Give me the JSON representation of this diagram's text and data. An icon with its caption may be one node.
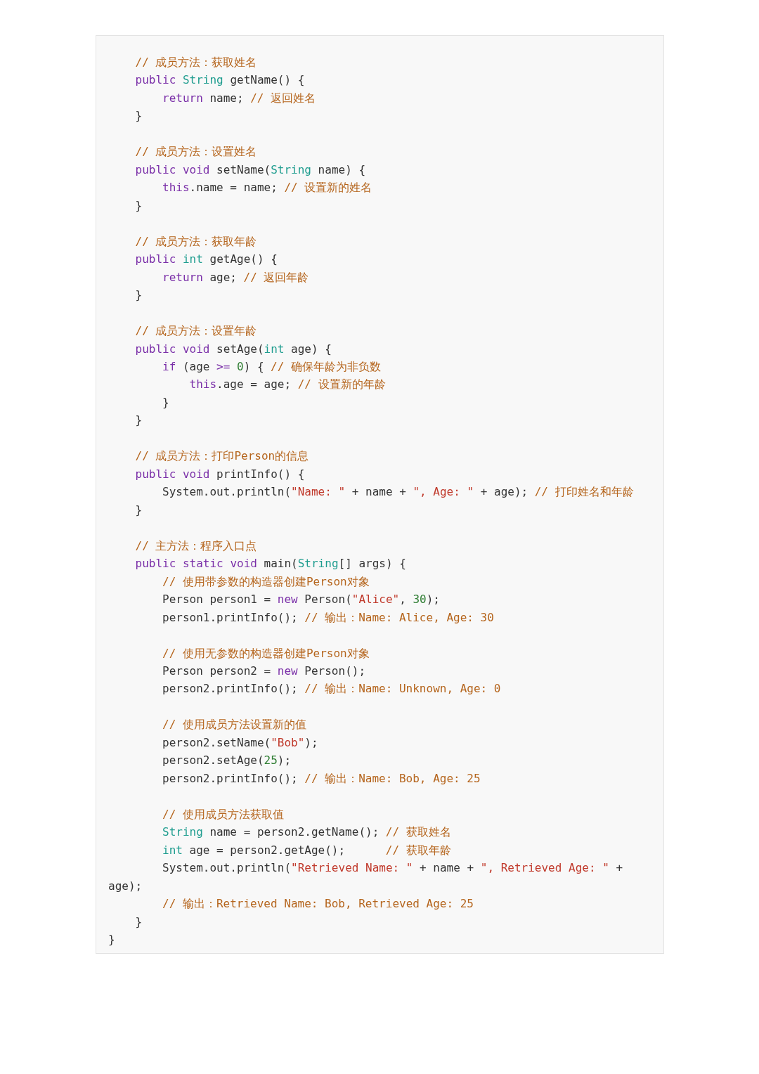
{
  "diagram": {
    "labels": [
      "// 成员方法：获取姓名",
      "public String getName() {",
      "return name;",
      "// 返回姓名",
      "}",
      "// 成员方法：设置姓名",
      "public void setName(String name) {",
      "this.name = name;",
      "// 设置新的姓名",
      "}",
      "// 成员方法：获取年龄",
      "public int getAge() {",
      "return age;",
      "// 返回年龄",
      "}",
      "// 成员方法：设置年龄",
      "public void setAge(int age) {",
      "if (age >= 0) {",
      "// 确保年龄为非负数",
      "this.age = age;",
      "// 设置新的年龄",
      "}",
      "}",
      "// 成员方法：打印Person的信息",
      "public void printInfo() {",
      "System.out.println(\"Name: \" + name + \", Age: \" + age);",
      "// 打印姓名和年龄",
      "}",
      "// 主方法：程序入口点",
      "public static void main(String[] args) {",
      "// 使用带参数的构造器创建Person对象",
      "Person person1 = new Person(\"Alice\", 30);",
      "person1.printInfo();",
      "// 输出：Name: Alice, Age: 30",
      "// 使用无参数的构造器创建Person对象",
      "Person person2 = new Person();",
      "person2.printInfo();",
      "// 输出：Name: Unknown, Age: 0",
      "// 使用成员方法设置新的值",
      "person2.setName(\"Bob\");",
      "person2.setAge(25);",
      "person2.printInfo();",
      "// 输出：Name: Bob, Age: 25",
      "// 使用成员方法获取值",
      "String name = person2.getName();",
      "// 获取姓名",
      "int age = person2.getAge();",
      "// 获取年龄",
      "System.out.println(\"Retrieved Name: \" + name + \", Retrieved Age: \" +",
      "age);",
      "// 输出：Retrieved Name: Bob, Retrieved Age: 25",
      "}",
      "}"
    ]
  }
}
